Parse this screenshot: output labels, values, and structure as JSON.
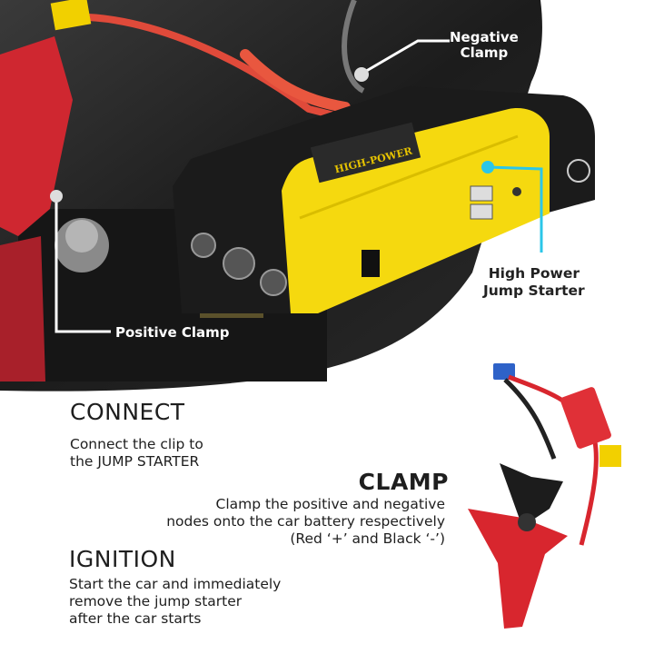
{
  "callouts": {
    "negative_clamp": [
      "Negative",
      "Clamp"
    ],
    "positive_clamp": "Positive Clamp",
    "jump_starter": [
      "High Power",
      "Jump Starter"
    ]
  },
  "device_label": "HIGH-POWER",
  "steps": {
    "connect": {
      "title": "CONNECT",
      "lines": [
        "Connect the clip to",
        "the JUMP STARTER"
      ]
    },
    "clamp": {
      "title": "CLAMP",
      "lines": [
        "Clamp the positive and negative",
        "nodes onto the car battery respectively",
        "(Red ‘+’ and Black ‘-’)"
      ]
    },
    "ignition": {
      "title": "IGNITION",
      "lines": [
        "Start the car and immediately",
        "remove the jump starter",
        "after the car starts"
      ]
    }
  },
  "colors": {
    "accent_line": "#2bc6e8",
    "device_yellow": "#f5d90f",
    "clamp_red": "#d8262e"
  }
}
